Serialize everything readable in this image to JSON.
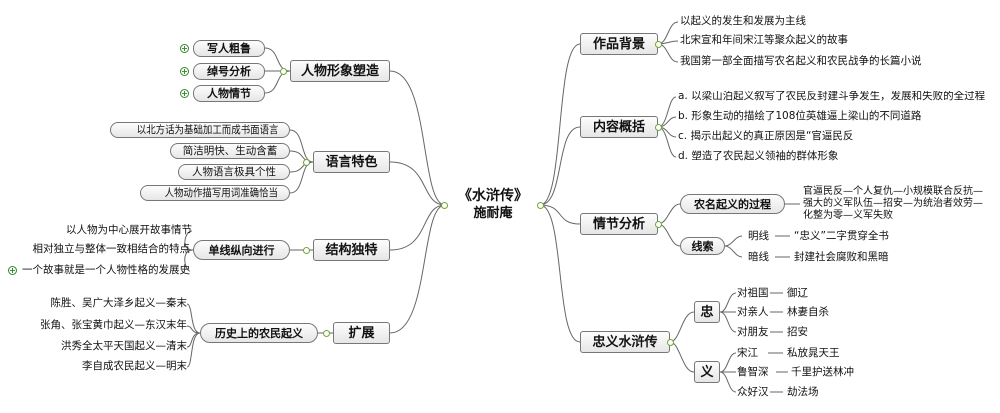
{
  "root": {
    "title": "《水浒传》",
    "author": "施耐庵"
  },
  "left": {
    "characters": {
      "label": "人物形象塑造",
      "items": [
        "写人粗鲁",
        "绰号分析",
        "人物情节"
      ]
    },
    "language": {
      "label": "语言特色",
      "items": [
        "以北方话为基础加工而成书面语言",
        "简洁明快、生动含蓄",
        "人物语言极具个性",
        "人物动作描写用词准确恰当"
      ]
    },
    "structure": {
      "label": "结构独特",
      "sub": "单线纵向进行",
      "items": [
        "以人物为中心展开故事情节",
        "相对独立与整体一致相结合的特点",
        "一个故事就是一个人物性格的发展史"
      ]
    },
    "extension": {
      "label": "扩展",
      "sub": "历史上的农民起义",
      "items": [
        "陈胜、吴广大泽乡起义—秦末",
        "张角、张宝黄巾起义—东汉末年",
        "洪秀全太平天国起义—清末",
        "李自成农民起义—明末"
      ]
    }
  },
  "right": {
    "background": {
      "label": "作品背景",
      "items": [
        "以起义的发生和发展为主线",
        "北宋宣和年间宋江等聚众起义的故事",
        "我国第一部全面描写农名起义和农民战争的长篇小说"
      ]
    },
    "summary": {
      "label": "内容概括",
      "items": [
        "a. 以梁山泊起义叙写了农民反封建斗争发生，发展和失败的全过程",
        "b. 形象生动的描绘了108位英雄逼上梁山的不同道路",
        "c. 揭示出起义的真正原因是“官逼民反",
        "d. 塑造了农民起义领袖的群体形象"
      ]
    },
    "plot": {
      "label": "情节分析",
      "process": {
        "label": "农名起义的过程",
        "lines": [
          "官逼民反—个人复仇—小规模联合反抗—",
          "强大的义军队伍—招安—为统治者效劳—",
          "化整为零—义军失败"
        ]
      },
      "clues": {
        "label": "线索",
        "items": [
          {
            "k": "明线",
            "v": "“忠义”二字贯穿全书"
          },
          {
            "k": "暗线",
            "v": "封建社会腐败和黑暗"
          }
        ]
      }
    },
    "loyalty": {
      "label": "忠义水浒传",
      "zhong": {
        "label": "忠",
        "items": [
          {
            "k": "对祖国",
            "v": "御辽"
          },
          {
            "k": "对亲人",
            "v": "林妻自杀"
          },
          {
            "k": "对朋友",
            "v": "招安"
          }
        ]
      },
      "yi": {
        "label": "义",
        "items": [
          {
            "k": "宋江",
            "v": "私放晁天王"
          },
          {
            "k": "鲁智深",
            "v": "千里护送林冲"
          },
          {
            "k": "众好汉",
            "v": "劫法场"
          }
        ]
      }
    }
  }
}
